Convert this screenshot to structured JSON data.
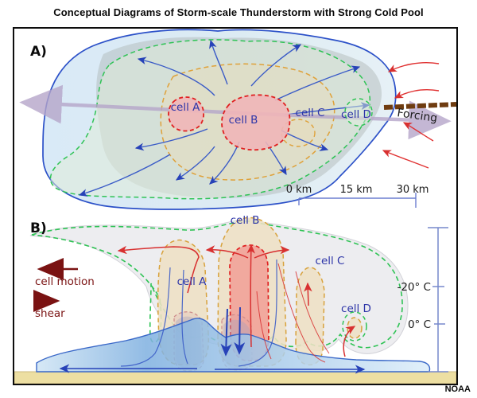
{
  "title": "Conceptual Diagrams of Storm-scale Thunderstorm with Strong Cold Pool",
  "credit": "NOAA",
  "panel_a": {
    "label": "A)",
    "cell_a": "cell A",
    "cell_b": "cell B",
    "cell_c": "cell C",
    "cell_d": "cell D",
    "forcing": "Forcing",
    "scale_bar": {
      "tick_0": "0 km",
      "tick_15": "15 km",
      "tick_30": "30 km"
    }
  },
  "panel_b": {
    "label": "B)",
    "cell_a": "cell A",
    "cell_b": "cell B",
    "cell_c": "cell C",
    "cell_d": "cell D",
    "cell_motion": "cell motion",
    "shear": "shear",
    "temp_minus20": "-20° C",
    "temp_0": "0° C"
  },
  "colors": {
    "cold_pool_outline": "#2b50c8",
    "cold_pool_fill": "#d6e8f5",
    "cell_label_blue": "#2d35a8",
    "updraft_red_outline": "#e02020",
    "updraft_red_fill": "#f0a59b",
    "green_contour": "#2fc355",
    "orange_contour": "#dfa139",
    "inflow_red": "#e03030",
    "storm_motion_purple": "#b6a6ca",
    "forcing_bar_brown": "#6f3c10",
    "maroon_arrows": "#7a1212",
    "ground_tan": "#eddfa2"
  }
}
